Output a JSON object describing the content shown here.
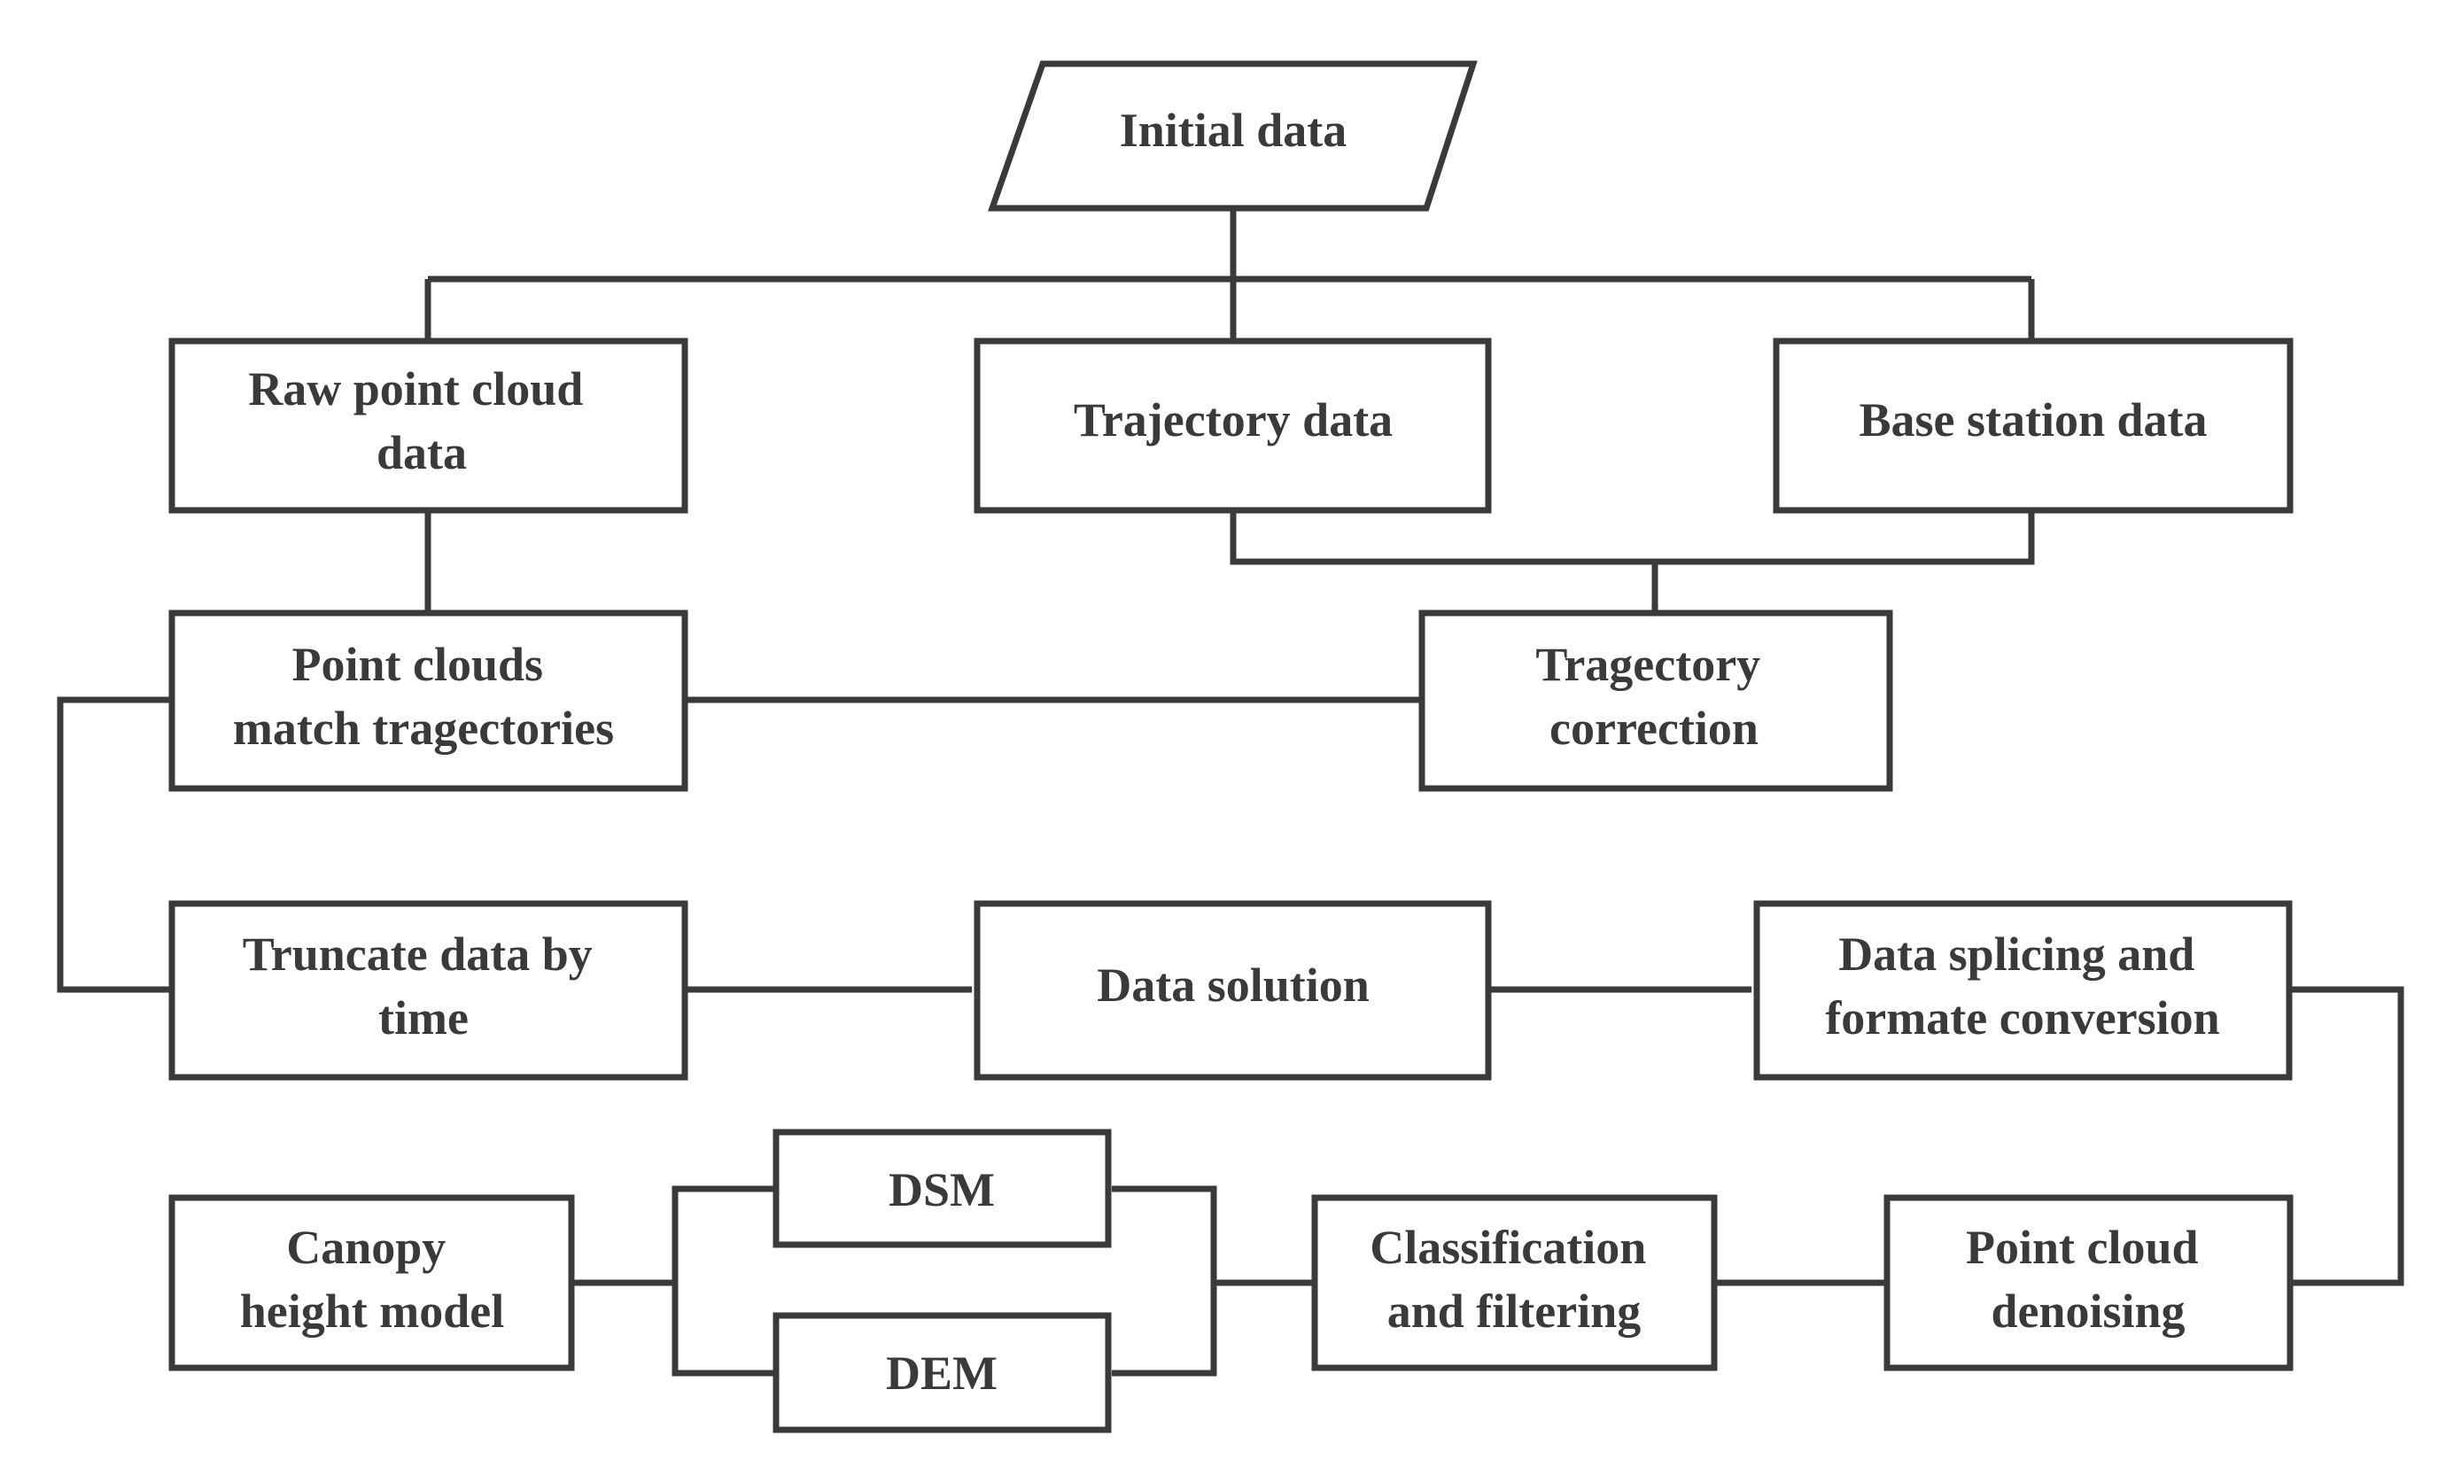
{
  "colors": {
    "stroke": "#3a3a3a",
    "text": "#3a3a3a",
    "background": "#ffffff"
  },
  "nodes": {
    "initial_data": [
      "Initial data"
    ],
    "raw_point_cloud": [
      "Raw point cloud",
      "data"
    ],
    "trajectory_data": [
      "Trajectory data"
    ],
    "base_station_data": [
      "Base station data"
    ],
    "point_clouds_match": [
      "Point clouds",
      "match tragectories"
    ],
    "trajectory_correction": [
      "Tragectory",
      "correction"
    ],
    "truncate_data": [
      "Truncate data by",
      "time"
    ],
    "data_solution": [
      "Data solution"
    ],
    "data_splicing": [
      "Data splicing and",
      "formate conversion"
    ],
    "point_cloud_denoising": [
      "Point cloud",
      "denoising"
    ],
    "classification_filtering": [
      "Classification",
      "and filtering"
    ],
    "dsm": [
      "DSM"
    ],
    "dem": [
      "DEM"
    ],
    "canopy_height_model": [
      "Canopy",
      "height model"
    ]
  }
}
